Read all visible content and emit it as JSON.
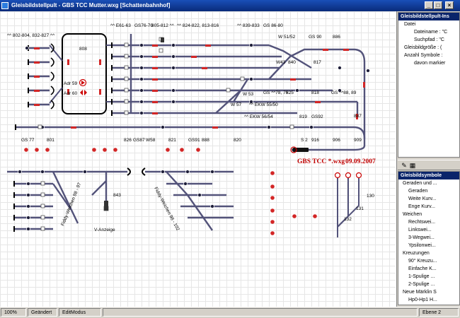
{
  "window": {
    "title": "Gleisbildstellpult - GBS TCC Mutter.wxg [Schattenbahnhof]"
  },
  "labels": {
    "l_802": "^^ 802-804, 832-827 ^^",
    "l_808": "808",
    "l_e61": "^^ E61-63",
    "l_gs76": "GS76-70",
    "l_805": "805-812 ^^",
    "l_824": "^^ 824-822, 813-816",
    "l_839": "^^ 839-833",
    "l_gs86": "GS 86-80",
    "l_w5152": "W 51/52",
    "l_gs90": "GS 90",
    "l_886": "886",
    "l_w43": "W43",
    "l_840": "840",
    "l_817": "817",
    "l_adr59": "Adr 59",
    "l_adr60": "Adr 60",
    "l_w53": "W 53",
    "l_gs78": "GS ^^78, 75",
    "l_825": "825",
    "l_818": "818",
    "l_gs88": "GS ^^88, 89",
    "l_w57": "W 57",
    "l_ekw5550": "^^ EKW 55/50",
    "l_ekw5654": "^^ EKW 56/54",
    "l_819": "819",
    "l_gs92": "GS92",
    "l_887": "887",
    "l_gs77": "GS 77",
    "l_801": "801",
    "l_826": "826",
    "l_gs87": "GS87",
    "l_w58": "W58",
    "l_821": "821",
    "l_gs91": "GS91",
    "l_888": "888",
    "l_820": "820",
    "l_s2": "S 2",
    "l_916": "916",
    "l_906": "906",
    "l_909": "909",
    "l_843": "843",
    "l_vanz": "V-Anzeige",
    "l_fiddy97": "Fiddy-Weichen 98 - 97",
    "l_fiddy102": "Fiddy-Weichen 98 - 102",
    "l_130": "130",
    "l_131": "131",
    "l_132": "132"
  },
  "stamp": {
    "title": "GBS TCC *.wxg",
    "date": "09.09.2007"
  },
  "panel_top": {
    "header": "Gleisbildstellpult-Ins",
    "items": [
      "Datei",
      "Dateiname : \"C",
      "Suchpfad : \"C",
      "Gleisbildgröße : (",
      "Anzahl Symbole : ",
      "davon markier"
    ]
  },
  "panel_bottom": {
    "header": "Gleisbildsymbole",
    "items": [
      "Geraden und ...",
      "Geraden",
      "Weite Kurv...",
      "Enge Kurv...",
      "Weichen",
      "Rechtswei...",
      "Linkswei...",
      "3-Wegwei...",
      "Ypsilonwei...",
      "Kreuzungen",
      "90° Kreuzu...",
      "Einfache K...",
      "1-Spulige ...",
      "2-Spulige ...",
      "Neue Märklin S",
      "Hp0-Hp1 H..."
    ]
  },
  "status": {
    "zoom": "100%",
    "changed": "Geändert",
    "mode": "EditModus",
    "level": "Ebene 2"
  },
  "icons": {
    "tool1": "pencil-icon",
    "tool2": "grid-icon"
  }
}
